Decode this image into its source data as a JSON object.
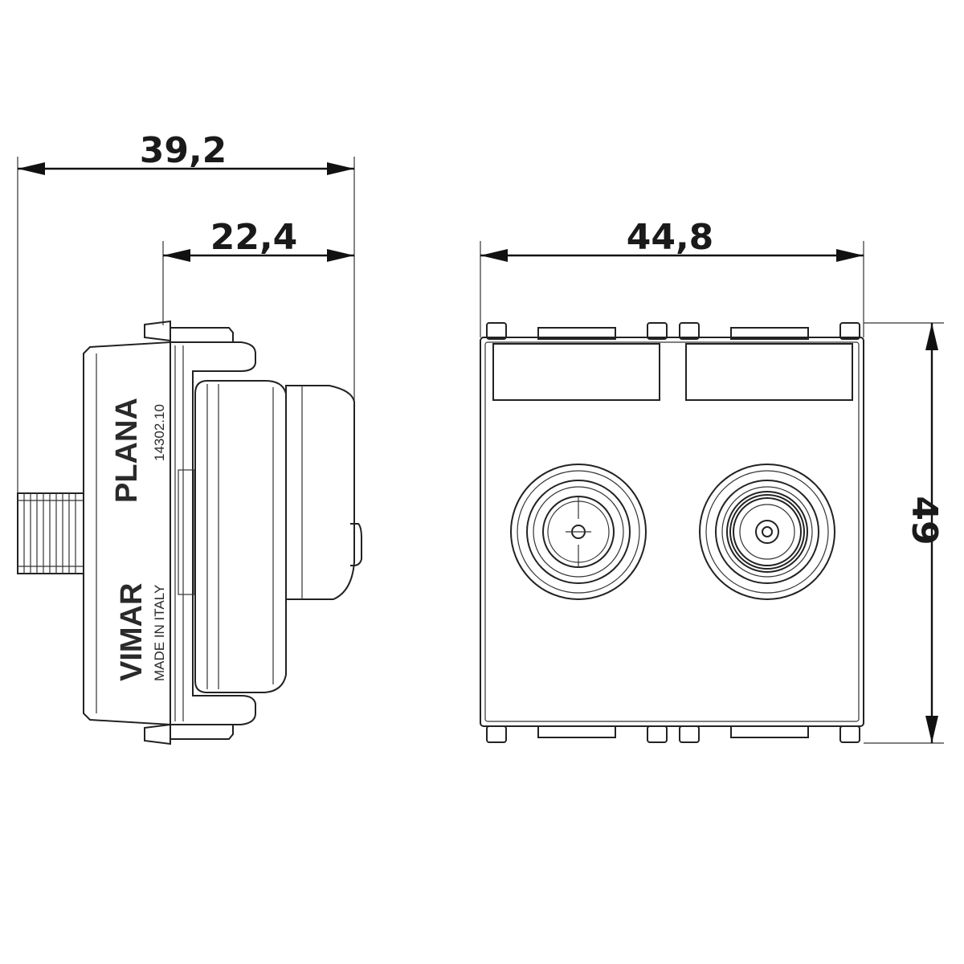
{
  "dimensions": {
    "overall_depth": "39,2",
    "body_depth": "22,4",
    "width": "44,8",
    "height": "49"
  },
  "side_view_labels": {
    "brand": "VIMAR",
    "origin": "MADE IN ITALY",
    "series": "PLANA",
    "code": "14302.10"
  }
}
